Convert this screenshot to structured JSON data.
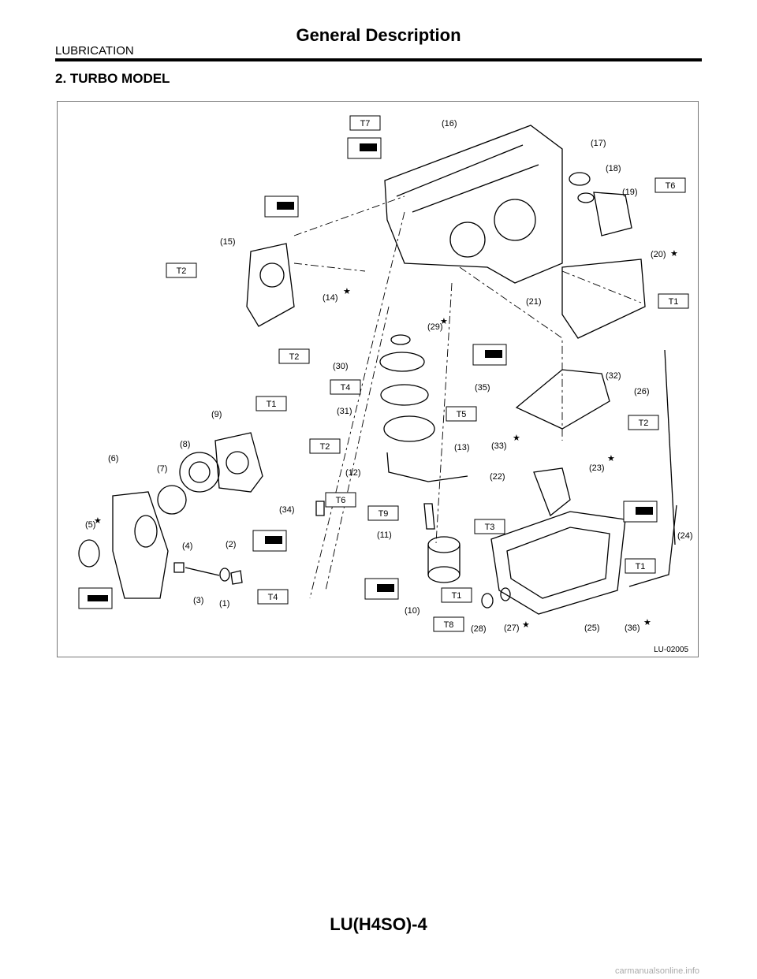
{
  "header": {
    "section": "LUBRICATION",
    "title": "General Description"
  },
  "heading": "2.  TURBO MODEL",
  "figure": {
    "id": "LU-02005",
    "callouts": [
      "(1)",
      "(2)",
      "(3)",
      "(4)",
      "(5)",
      "(6)",
      "(7)",
      "(8)",
      "(9)",
      "(10)",
      "(11)",
      "(12)",
      "(13)",
      "(14)",
      "(15)",
      "(16)",
      "(17)",
      "(18)",
      "(19)",
      "(20)",
      "(21)",
      "(22)",
      "(23)",
      "(24)",
      "(25)",
      "(26)",
      "(27)",
      "(28)",
      "(29)",
      "(30)",
      "(31)",
      "(32)",
      "(33)",
      "(34)",
      "(35)",
      "(36)"
    ],
    "torque_labels": [
      "T1",
      "T2",
      "T3",
      "T4",
      "T5",
      "T6",
      "T7",
      "T8",
      "T9"
    ]
  },
  "footer": {
    "page_id": "LU(H4SO)-4"
  },
  "watermark": "carmanualsonline.info"
}
